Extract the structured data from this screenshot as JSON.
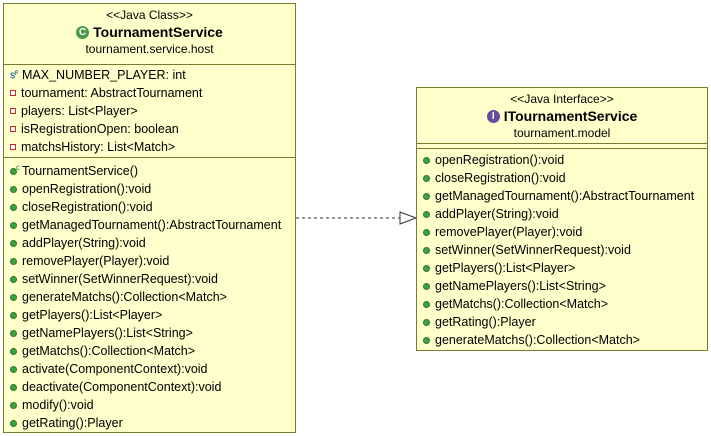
{
  "class_box": {
    "stereotype": "<<Java Class>>",
    "icon": "class-icon",
    "name": "TournamentService",
    "package": "tournament.service.host",
    "fields": [
      {
        "text": "MAX_NUMBER_PLAYER: int",
        "visibility": "static-final"
      },
      {
        "text": "tournament: AbstractTournament",
        "visibility": "private"
      },
      {
        "text": "players: List<Player>",
        "visibility": "private"
      },
      {
        "text": "isRegistrationOpen: boolean",
        "visibility": "private"
      },
      {
        "text": "matchsHistory: List<Match>",
        "visibility": "private"
      }
    ],
    "methods": [
      {
        "text": "TournamentService()",
        "visibility": "constructor"
      },
      {
        "text": "openRegistration():void",
        "visibility": "public"
      },
      {
        "text": "closeRegistration():void",
        "visibility": "public"
      },
      {
        "text": "getManagedTournament():AbstractTournament",
        "visibility": "public"
      },
      {
        "text": "addPlayer(String):void",
        "visibility": "public"
      },
      {
        "text": "removePlayer(Player):void",
        "visibility": "public"
      },
      {
        "text": "setWinner(SetWinnerRequest):void",
        "visibility": "public"
      },
      {
        "text": "generateMatchs():Collection<Match>",
        "visibility": "public"
      },
      {
        "text": "getPlayers():List<Player>",
        "visibility": "public"
      },
      {
        "text": "getNamePlayers():List<String>",
        "visibility": "public"
      },
      {
        "text": "getMatchs():Collection<Match>",
        "visibility": "public"
      },
      {
        "text": "activate(ComponentContext):void",
        "visibility": "public"
      },
      {
        "text": "deactivate(ComponentContext):void",
        "visibility": "public"
      },
      {
        "text": "modify():void",
        "visibility": "public"
      },
      {
        "text": "getRating():Player",
        "visibility": "public"
      }
    ]
  },
  "interface_box": {
    "stereotype": "<<Java Interface>>",
    "icon": "interface-icon",
    "name": "ITournamentService",
    "package": "tournament.model",
    "methods": [
      {
        "text": "openRegistration():void",
        "visibility": "public"
      },
      {
        "text": "closeRegistration():void",
        "visibility": "public"
      },
      {
        "text": "getManagedTournament():AbstractTournament",
        "visibility": "public"
      },
      {
        "text": "addPlayer(String):void",
        "visibility": "public"
      },
      {
        "text": "removePlayer(Player):void",
        "visibility": "public"
      },
      {
        "text": "setWinner(SetWinnerRequest):void",
        "visibility": "public"
      },
      {
        "text": "getPlayers():List<Player>",
        "visibility": "public"
      },
      {
        "text": "getNamePlayers():List<String>",
        "visibility": "public"
      },
      {
        "text": "getMatchs():Collection<Match>",
        "visibility": "public"
      },
      {
        "text": "getRating():Player",
        "visibility": "public"
      },
      {
        "text": "generateMatchs():Collection<Match>",
        "visibility": "public"
      }
    ]
  },
  "relation": {
    "type": "realization",
    "from": "TournamentService",
    "to": "ITournamentService"
  },
  "colors": {
    "box_fill": "#ffffcc",
    "box_border": "#7a7a2e",
    "public": "#3aa43a",
    "private": "#c43030"
  }
}
